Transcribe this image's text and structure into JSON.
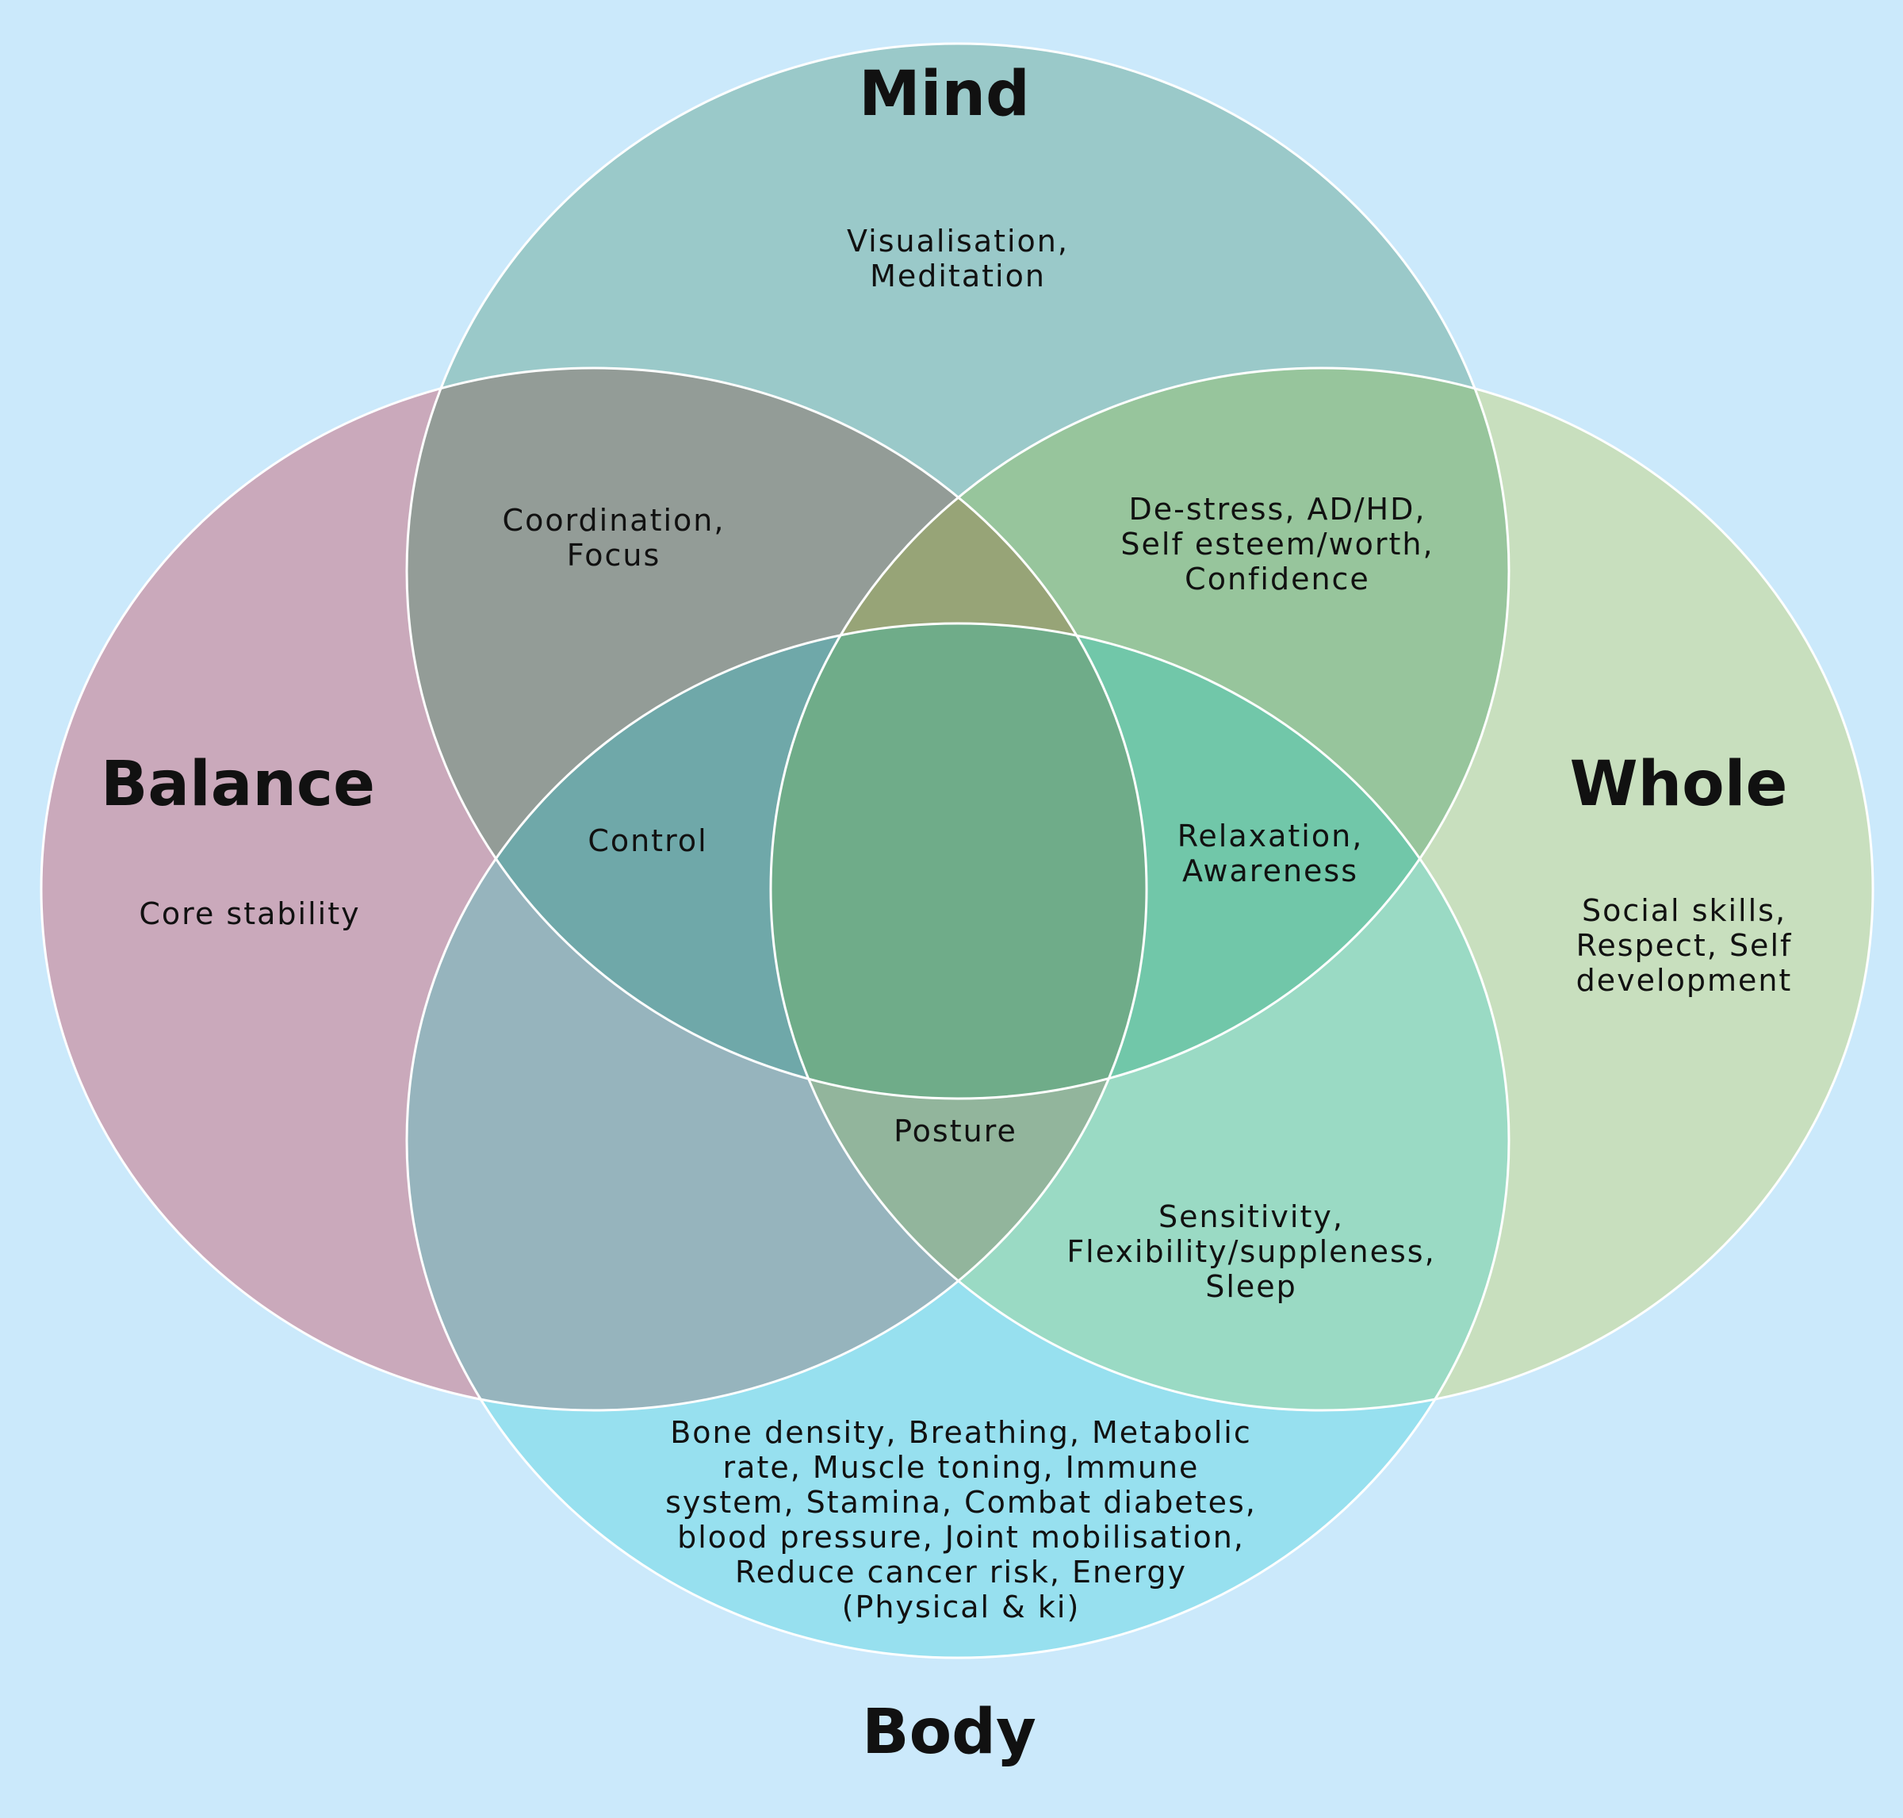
{
  "colors": {
    "background": "#cbe9fb",
    "mind": "#9ac9c9",
    "balance": "#caa9bb",
    "whole": "#c8dfbe",
    "body": "#97e0ef",
    "balance_mind": "#939c97",
    "mind_whole": "#97c59c",
    "body_whole": "#9adac4",
    "balance_body": "#96b4bd",
    "control": "#6fa8a9",
    "relaxation": "#71c7a9",
    "posture": "#92b59c",
    "mind_balance_whole": "#97a477",
    "center": "#6fac89",
    "outline": "#ffffff"
  },
  "sets": {
    "mind": "Mind",
    "balance": "Balance",
    "whole": "Whole",
    "body": "Body"
  },
  "regions": {
    "mind_only": [
      "Visualisation,",
      "Meditation"
    ],
    "balance_mind": [
      "Coordination,",
      "Focus"
    ],
    "mind_whole": [
      "De-stress, AD/HD,",
      "Self esteem/worth,",
      "Confidence"
    ],
    "balance_only": [
      "Core stability"
    ],
    "control": [
      "Control"
    ],
    "relaxation": [
      "Relaxation,",
      "Awareness"
    ],
    "whole_only": [
      "Social skills,",
      "Respect, Self",
      "development"
    ],
    "posture": [
      "Posture"
    ],
    "body_whole": [
      "Sensitivity,",
      "Flexibility/suppleness,",
      "Sleep"
    ],
    "body_only": [
      "Bone density, Breathing, Metabolic",
      "rate, Muscle toning, Immune",
      "system, Stamina, Combat diabetes,",
      "blood pressure, Joint mobilisation,",
      "Reduce cancer risk, Energy",
      "(Physical & ki)"
    ]
  }
}
